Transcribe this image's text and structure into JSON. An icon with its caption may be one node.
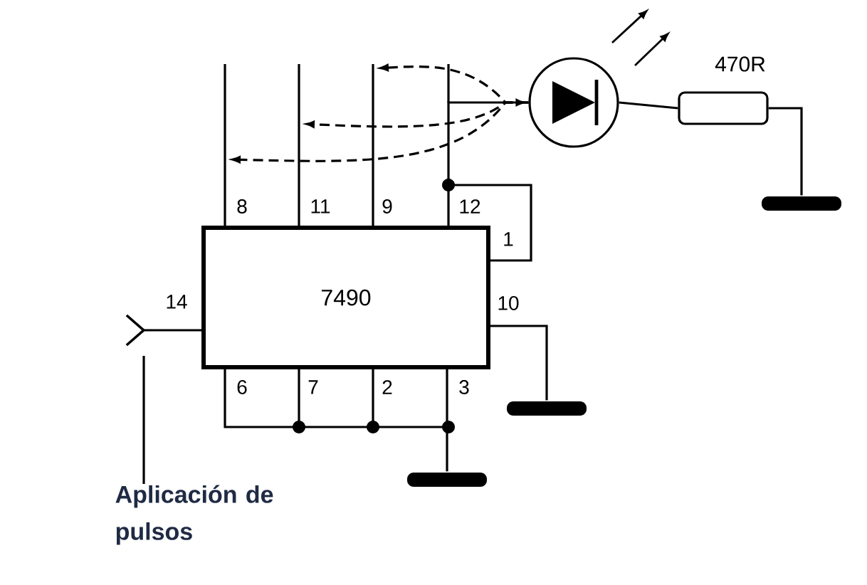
{
  "diagram": {
    "nodes": [
      {
        "text": [
          "7490"
        ]
      },
      {
        "text": [],
        "shape": "circle"
      },
      {
        "text": [],
        "shape": "box",
        "beside": [
          "470R"
        ]
      },
      {
        "text": [],
        "shape": "bar"
      },
      {
        "text": [],
        "shape": "bar"
      },
      {
        "text": [],
        "shape": "bar"
      },
      {
        "text": [
          "Aplicación de pulsos"
        ]
      }
    ],
    "edges": [
      {
        "from": 0,
        "to": 1,
        "arrow": "to"
      },
      {
        "from": 1,
        "to": null,
        "arrow": "to",
        "style": "dashed"
      },
      {
        "from": 1,
        "to": null,
        "arrow": "to",
        "style": "dashed"
      },
      {
        "from": 1,
        "to": null,
        "arrow": "to",
        "style": "dashed"
      },
      {
        "from": 1,
        "to": 2,
        "arrow": "none"
      },
      {
        "from": 2,
        "to": 3,
        "arrow": "none"
      },
      {
        "from": 0,
        "to": 4,
        "arrow": "none"
      },
      {
        "from": 0,
        "to": 5,
        "arrow": "none"
      },
      {
        "from": 6,
        "to": null,
        "arrow": "none"
      },
      {
        "from": null,
        "to": 0,
        "arrow": "other"
      }
    ],
    "labels": [
      "8",
      "11",
      "9",
      "12",
      "1",
      "14",
      "10",
      "6",
      "7",
      "2",
      "3"
    ]
  }
}
